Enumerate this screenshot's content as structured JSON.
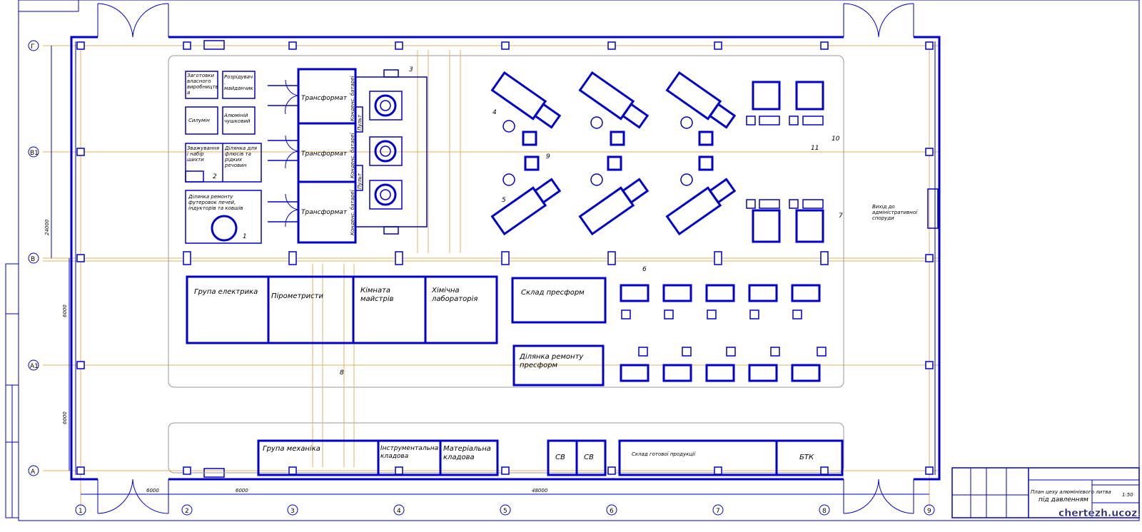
{
  "title_block": {
    "title_line1": "План цеху алюмінієвого литва",
    "title_line2": "під давленням",
    "scale": "1:50",
    "watermark": "chertezh.ucoz.ua"
  },
  "axes": {
    "columns": [
      "1",
      "2",
      "3",
      "4",
      "5",
      "6",
      "7",
      "8",
      "9"
    ],
    "rows": [
      "Г",
      "В1",
      "В",
      "А1",
      "А"
    ]
  },
  "dimensions": {
    "height_total": "24000",
    "row_span_1": "6000",
    "row_span_2": "6000",
    "col_span_1": "6000",
    "col_span_2": "6000",
    "length_total": "48000"
  },
  "rooms": {
    "blanks": "Заготовки власного виробництва",
    "diluent": "Розрідувач. майданчик",
    "silumin": "Силумін",
    "aluminum": "Алюміній чушковий",
    "weighing": "Зважування і набір шихти",
    "flux": "Ділянка для флюсів та рідких речовин",
    "lining_repair": "Ділянка ремонту футеровок печей, індукторів та ковшів",
    "transformer": "Трансформат",
    "capacitor": "Конденс. батареї",
    "control": "Пульт",
    "electrician": "Група електрика",
    "pyrometry": "Пірометристи",
    "masters": "Кімната майстрів",
    "chem_lab": "Хімічна лабораторія",
    "mold_store": "Склад пресформ",
    "mold_repair": "Ділянка ремонту пресформ",
    "mechanic": "Група механіка",
    "tool_store": "Інструментальна кладова",
    "material_store": "Матеріальна кладова",
    "wc1": "СВ",
    "wc2": "СВ",
    "finished_store": "Склад готової продукції",
    "qc": "БТК",
    "exit": "Вихід до адміністративної споруди"
  },
  "callouts": [
    "1",
    "2",
    "3",
    "4",
    "5",
    "6",
    "7",
    "8",
    "9",
    "10",
    "11"
  ]
}
